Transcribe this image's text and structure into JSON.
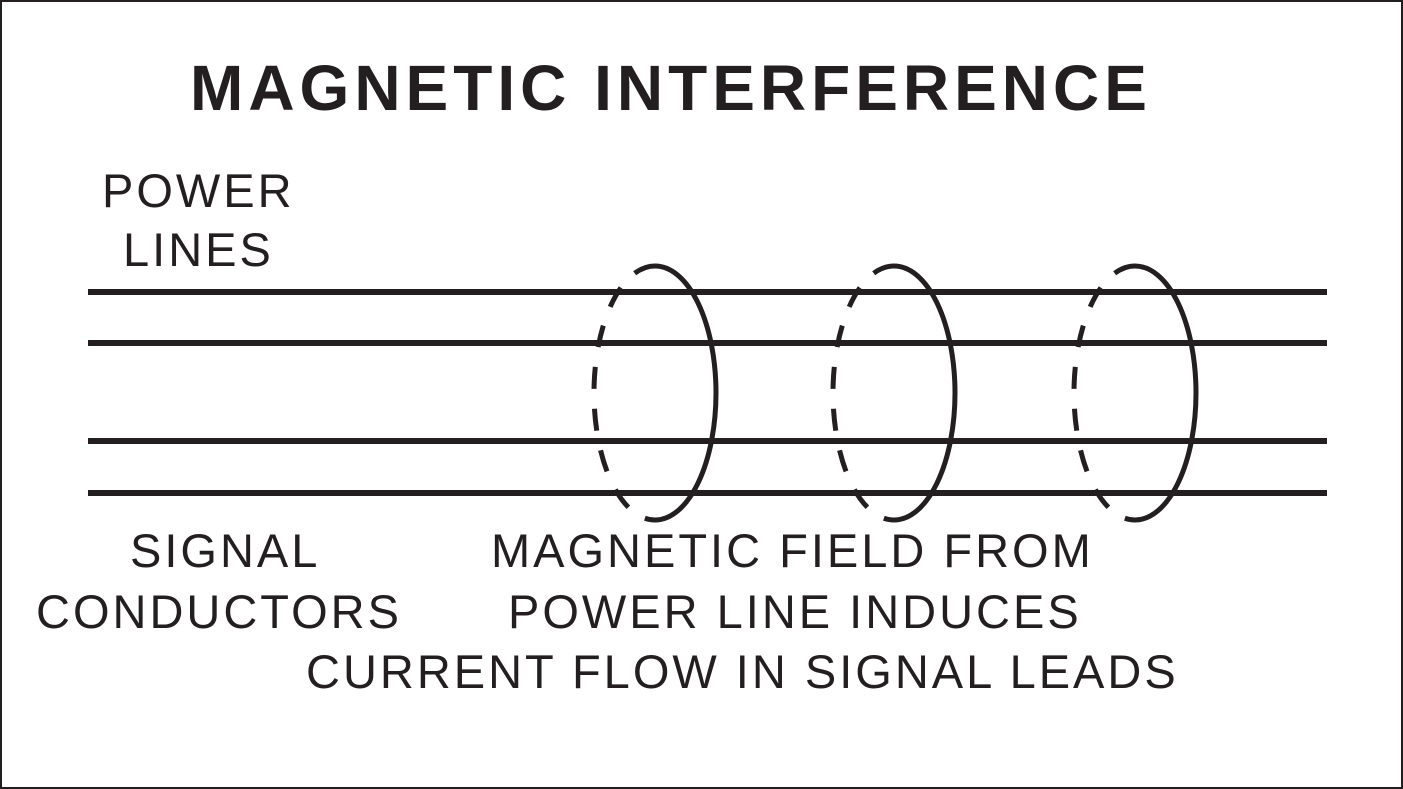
{
  "title": "MAGNETIC   INTERFERENCE",
  "labels": {
    "power_lines_1": "POWER",
    "power_lines_2": "LINES",
    "signal_conductors_1": "SIGNAL",
    "signal_conductors_2": "CONDUCTORS",
    "caption_1": "MAGNETIC   FIELD   FROM",
    "caption_2": "POWER   LINE   INDUCES",
    "caption_3": "CURRENT   FLOW   IN   SIGNAL   LEADS"
  },
  "conductors": [
    {
      "group": "power"
    },
    {
      "group": "power"
    },
    {
      "group": "signal"
    },
    {
      "group": "signal"
    }
  ],
  "field_loops": 3,
  "colors": {
    "ink": "#231f20",
    "background": "#ffffff"
  }
}
